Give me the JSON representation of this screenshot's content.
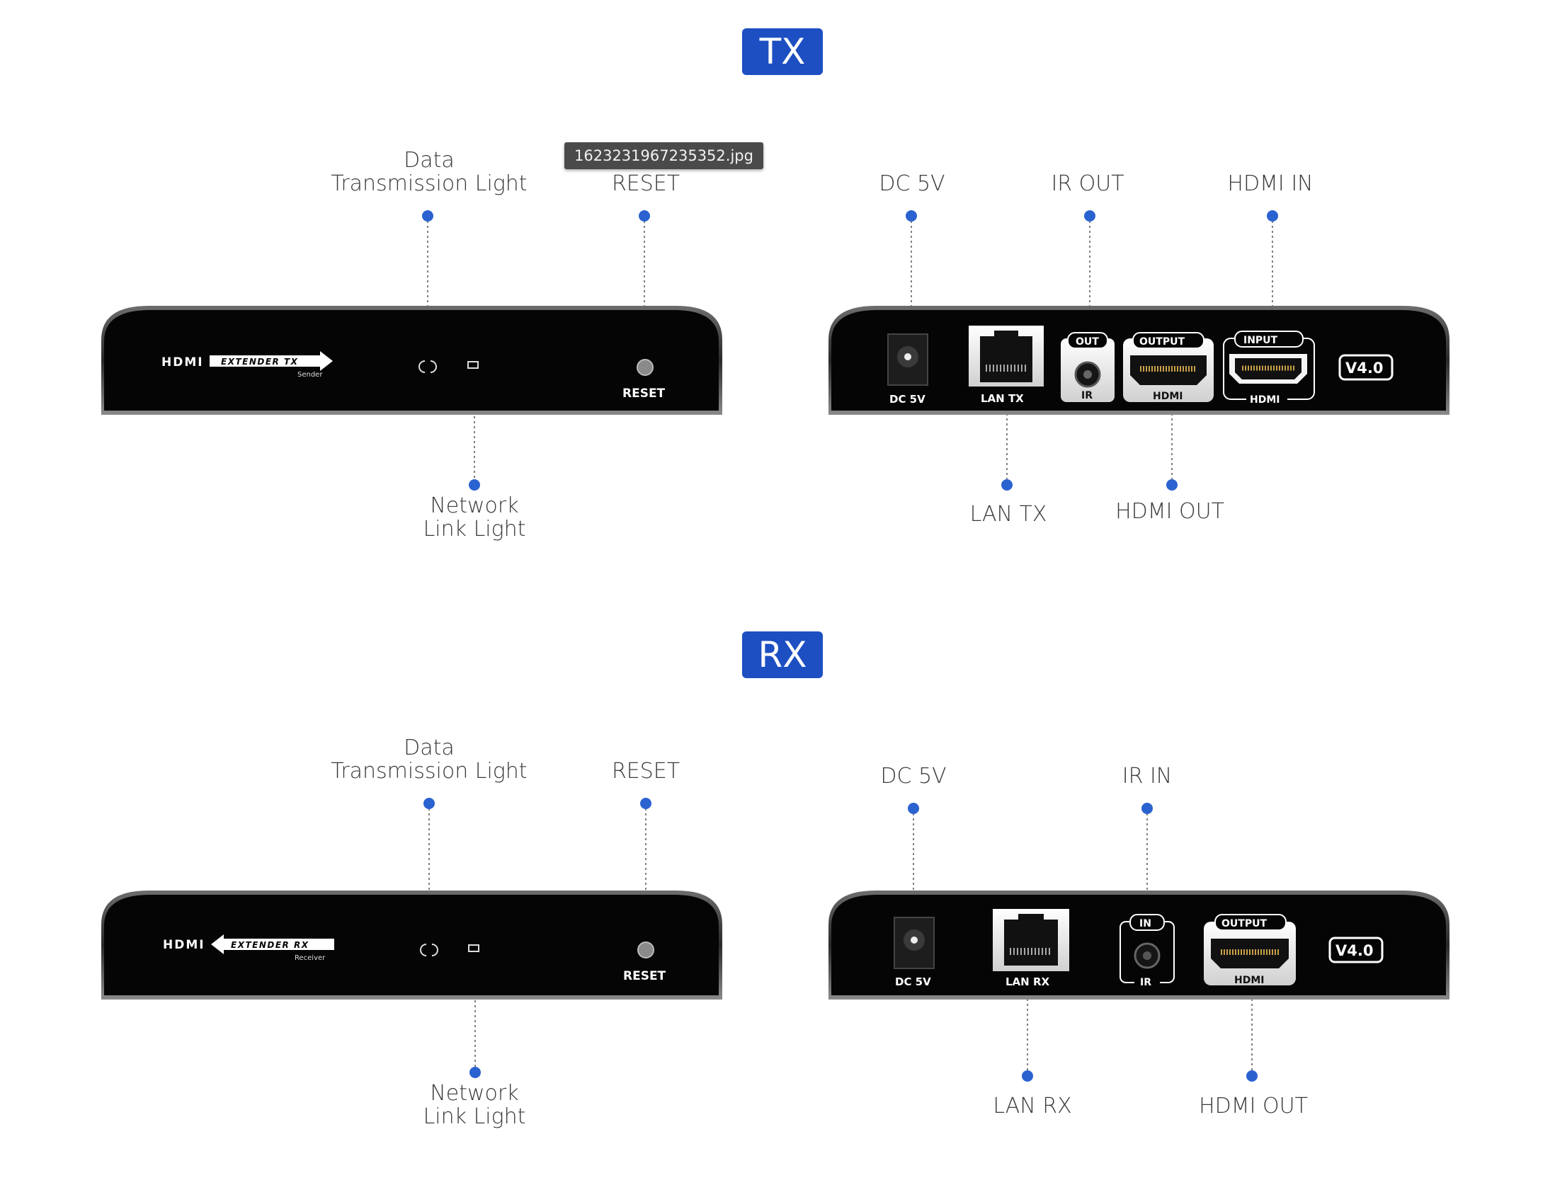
{
  "tooltip": "1623231967235352.jpg",
  "tx": {
    "badge": "TX",
    "front": {
      "brand": "HDMI",
      "model": "EXTENDER TX",
      "sub": "Sender",
      "reset_print": "RESET",
      "callouts": {
        "data_light": "Data\nTransmission Light",
        "reset": "RESET",
        "network_light": "Network\nLink Light"
      }
    },
    "back": {
      "dc_print": "DC 5V",
      "lan_print": "LAN TX",
      "ir_top": "OUT",
      "ir_print": "IR",
      "hdmi_out_top": "OUTPUT",
      "hdmi_out_print": "HDMI",
      "hdmi_in_top": "INPUT",
      "hdmi_in_print": "HDMI",
      "version": "V4.0",
      "callouts": {
        "dc": "DC 5V",
        "ir": "IR OUT",
        "hdmi_in": "HDMI IN",
        "lan": "LAN TX",
        "hdmi_out": "HDMI OUT"
      }
    }
  },
  "rx": {
    "badge": "RX",
    "front": {
      "brand": "HDMI",
      "model": "EXTENDER RX",
      "sub": "Receiver",
      "reset_print": "RESET",
      "callouts": {
        "data_light": "Data\nTransmission Light",
        "reset": "RESET",
        "network_light": "Network\nLink Light"
      }
    },
    "back": {
      "dc_print": "DC 5V",
      "lan_print": "LAN RX",
      "ir_top": "IN",
      "ir_print": "IR",
      "hdmi_out_top": "OUTPUT",
      "hdmi_out_print": "HDMI",
      "version": "V4.0",
      "callouts": {
        "dc": "DC 5V",
        "ir": "IR IN",
        "lan": "LAN RX",
        "hdmi_out": "HDMI OUT"
      }
    }
  },
  "colors": {
    "accent": "#1d4fc2",
    "dot": "#2a62d0",
    "device": "#050505",
    "port_white": "#efefef"
  }
}
